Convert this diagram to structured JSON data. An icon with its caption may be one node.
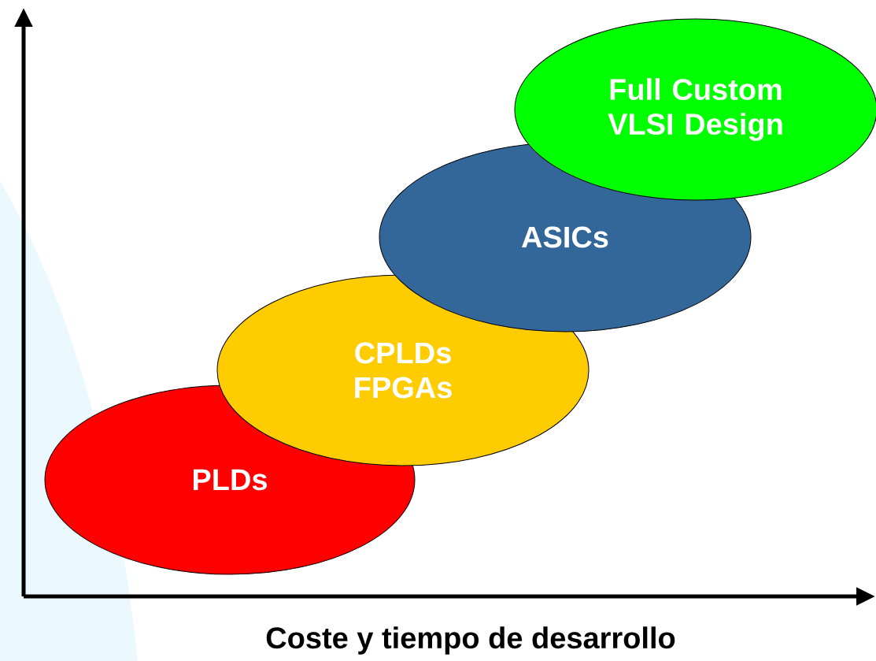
{
  "diagram": {
    "nodes": [
      {
        "text": [
          "PLDs"
        ]
      },
      {
        "text": [
          "CPLDs FPGAs"
        ]
      },
      {
        "text": [
          "ASICs"
        ]
      },
      {
        "text": [
          "Full Custom VLSI Design"
        ]
      }
    ],
    "labels": [
      "Coste y tiempo de desarrollo"
    ]
  }
}
